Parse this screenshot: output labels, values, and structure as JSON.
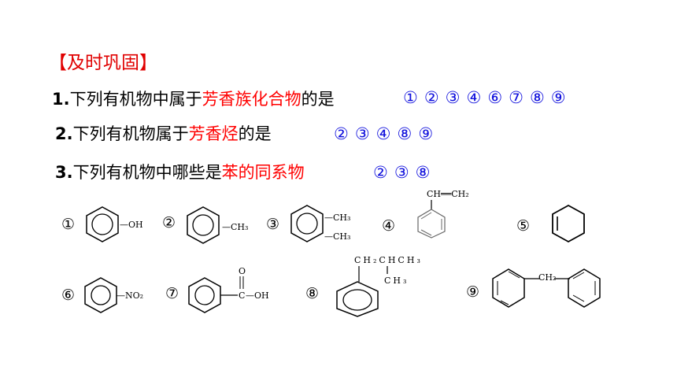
{
  "title": "【及时巩固】",
  "q1": {
    "num": "1.",
    "pre": "下列有机物中属于",
    "hl": "芳香族化合物",
    "post": "的是",
    "answers": [
      "①",
      "②",
      "③",
      "④",
      "⑥",
      "⑦",
      "⑧",
      "⑨"
    ]
  },
  "q2": {
    "num": "2.",
    "pre": "下列有机物属于",
    "hl": "芳香烃",
    "post": "的是",
    "answers": [
      "②",
      "③",
      "④",
      "⑧",
      "⑨"
    ]
  },
  "q3": {
    "num": "3.",
    "pre": "下列有机物中哪些是",
    "hl": "苯的同系物",
    "answers": [
      "②",
      "③",
      "⑧"
    ]
  },
  "compounds": [
    {
      "num": "①",
      "labels": [
        "—OH"
      ]
    },
    {
      "num": "②",
      "labels": [
        "—CH₃"
      ]
    },
    {
      "num": "③",
      "labels": [
        "—CH₃",
        "—CH₃"
      ]
    },
    {
      "num": "④",
      "labels": [
        "CH══CH₂"
      ]
    },
    {
      "num": "⑤",
      "labels": []
    },
    {
      "num": "⑥",
      "labels": [
        "—NO₂"
      ]
    },
    {
      "num": "⑦",
      "labels": [
        "O",
        "C",
        "—OH"
      ]
    },
    {
      "num": "⑧",
      "labels": [
        "CH₂CHCH₃",
        "CH₃"
      ]
    },
    {
      "num": "⑨",
      "labels": [
        "CH₂"
      ]
    }
  ]
}
